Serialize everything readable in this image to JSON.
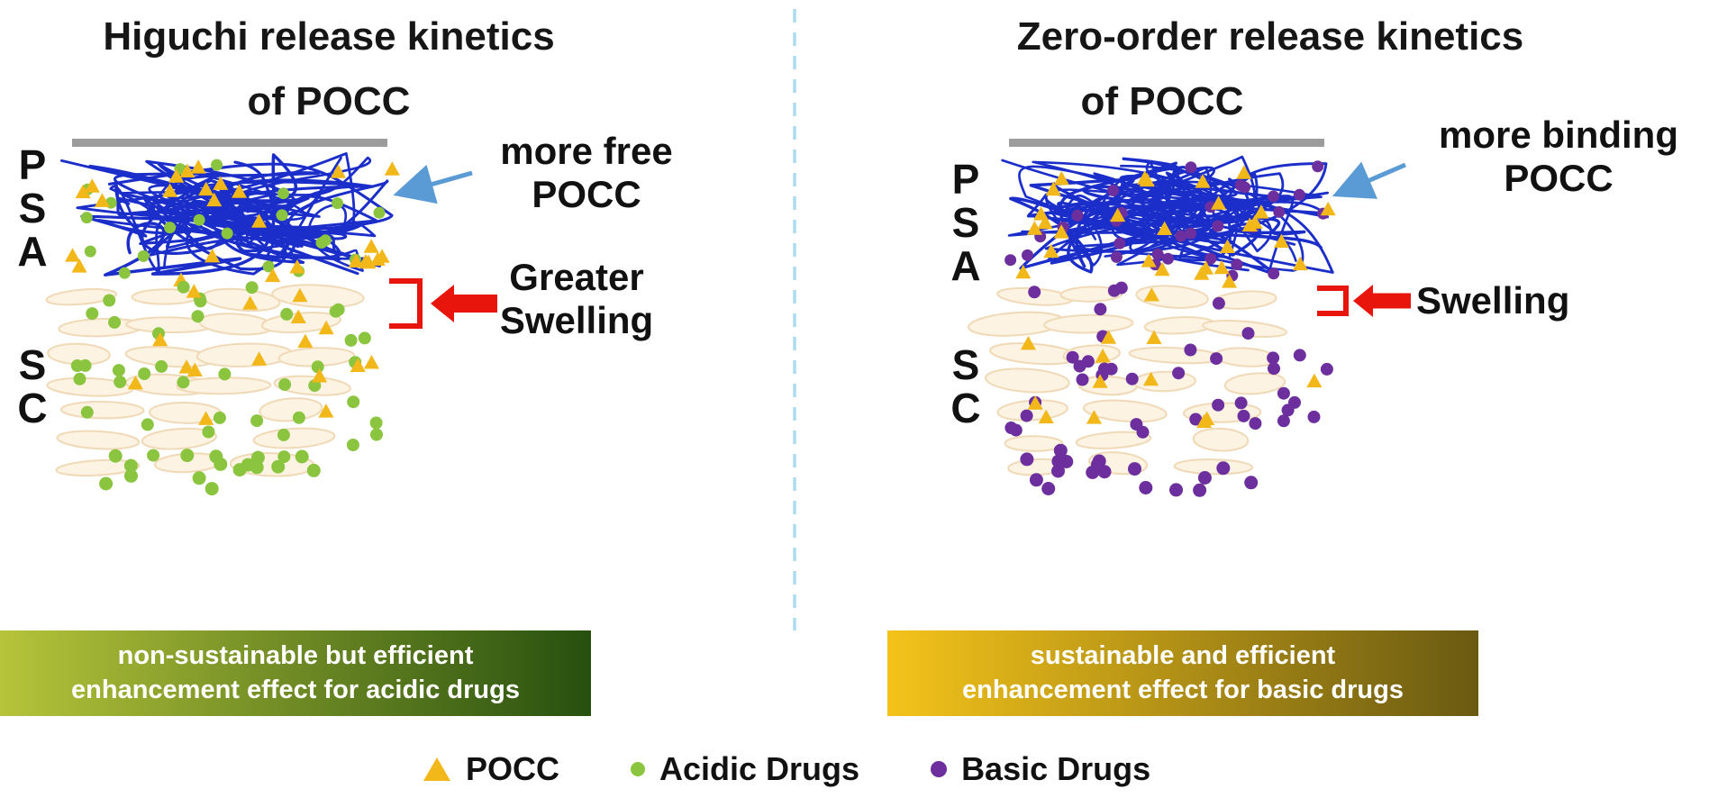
{
  "colors": {
    "pocc_yellow": "#f2b719",
    "acidic_green": "#8bc53f",
    "basic_purple": "#6c2f9d",
    "polymer_blue": "#1b2ec9",
    "skin_fill": "#fdf3e3",
    "skin_stroke": "#f0d9b6",
    "membrane_gray": "#9c9c9c",
    "divider_blue": "#abdcef",
    "callout_blue": "#5b9bd5",
    "callout_red": "#e8150d",
    "banner_text": "#ffffff",
    "text": "#111111"
  },
  "left_panel": {
    "title": "Higuchi release kinetics",
    "subtitle": "of POCC",
    "layer_top_letters": [
      "P",
      "S",
      "A"
    ],
    "layer_bottom_letters": [
      "S",
      "C"
    ],
    "free_pocc_callout_line1": "more free",
    "free_pocc_callout_line2": "POCC",
    "swelling_callout_line1": "Greater",
    "swelling_callout_line2": "Swelling",
    "banner": {
      "line1": "non-sustainable but efficient",
      "line2": "enhancement effect for acidic drugs",
      "gradient_start": "#b6c43a",
      "gradient_end": "#27500f"
    }
  },
  "right_panel": {
    "title": "Zero-order release kinetics",
    "subtitle": "of POCC",
    "layer_top_letters": [
      "P",
      "S",
      "A"
    ],
    "layer_bottom_letters": [
      "S",
      "C"
    ],
    "binding_pocc_callout_line1": "more binding",
    "binding_pocc_callout_line2": "POCC",
    "swelling_callout": "Swelling",
    "banner": {
      "line1": "sustainable and efficient",
      "line2": "enhancement effect for basic drugs",
      "gradient_start": "#f4c31a",
      "gradient_end": "#6a5a12"
    }
  },
  "legend": {
    "items": [
      {
        "symbol": "triangle",
        "color": "#f2b719",
        "label": "POCC"
      },
      {
        "symbol": "circle",
        "color": "#8bc53f",
        "label": "Acidic Drugs"
      },
      {
        "symbol": "circle",
        "color": "#6c2f9d",
        "label": "Basic Drugs"
      }
    ]
  }
}
